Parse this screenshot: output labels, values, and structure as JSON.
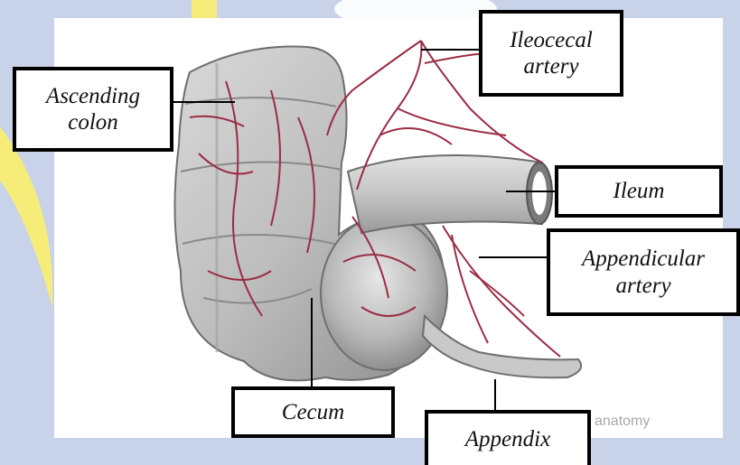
{
  "labels": {
    "ascending_colon": "Ascending\ncolon",
    "ileocecal_artery": "Ileocecal\nartery",
    "ileum": "Ileum",
    "appendicular_artery": "Appendicular\nartery",
    "cecum": "Cecum",
    "appendix": "Appendix"
  },
  "watermark": "anatomy",
  "colors": {
    "background_tint": "#c8d2e8",
    "watermark_yellow": "#f5ec7a",
    "artery": "#9b2c44",
    "box_border": "#000000",
    "box_fill": "#ffffff"
  }
}
